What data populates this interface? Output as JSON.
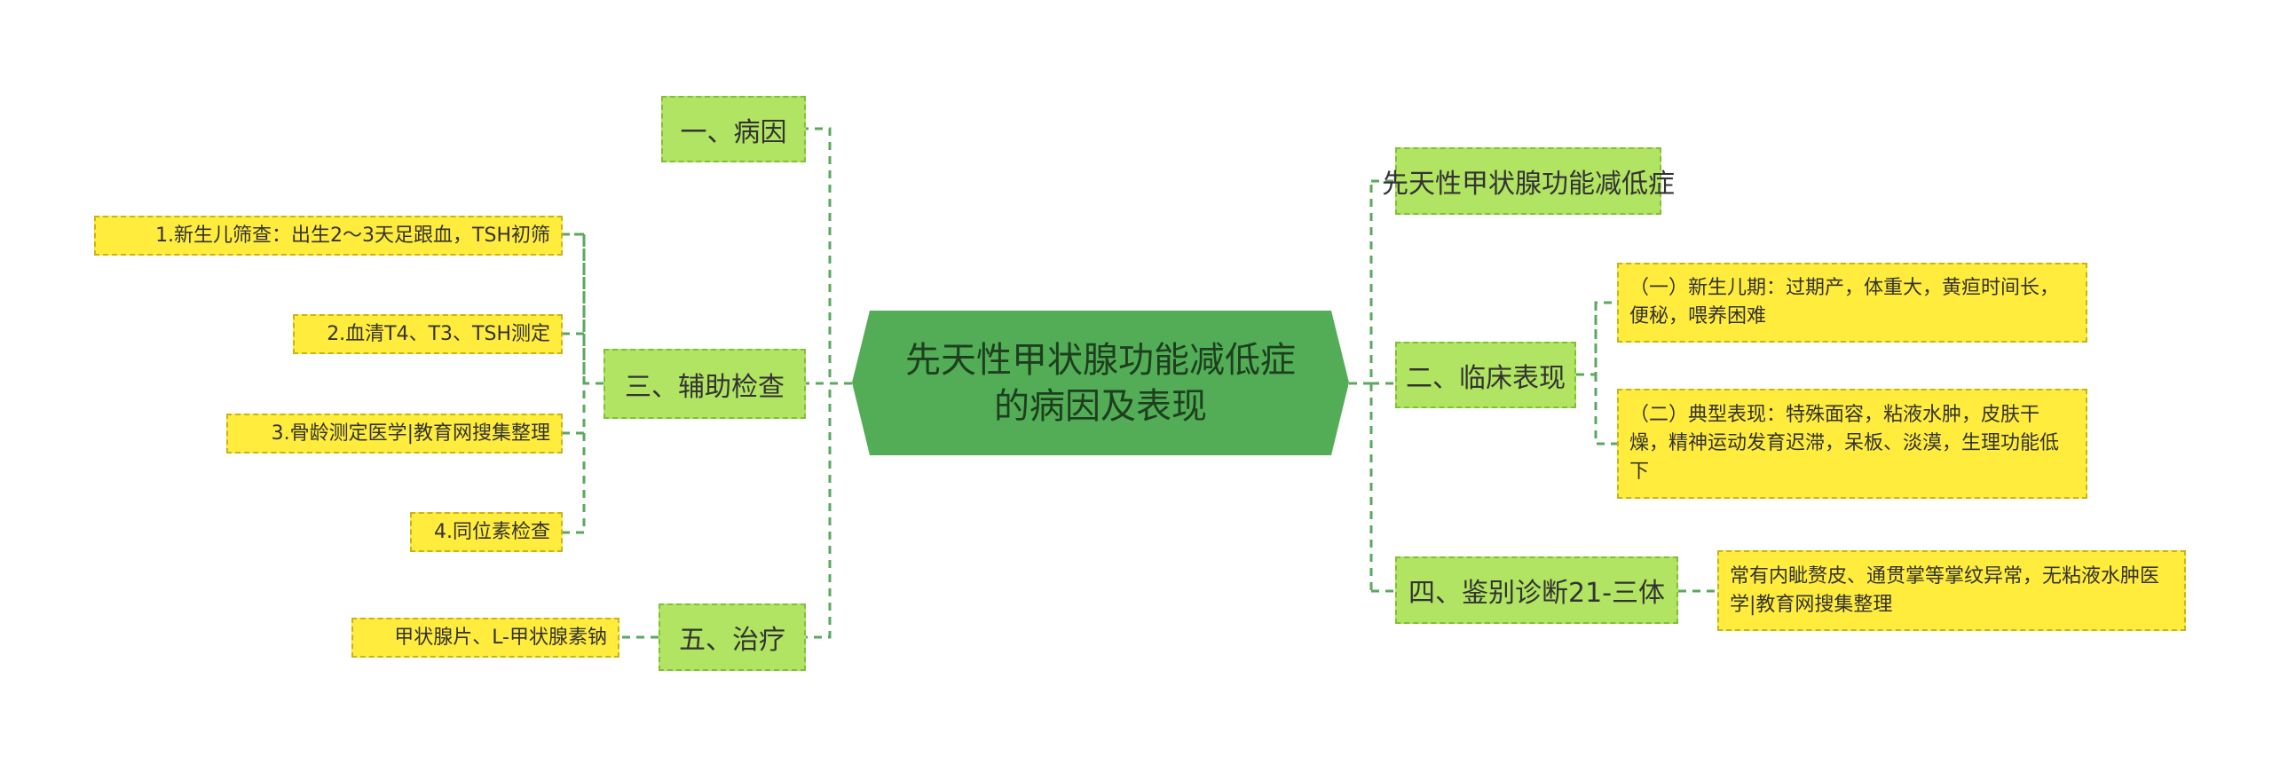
{
  "central": "先天性甲状腺功能减低症\n的病因及表现",
  "branches": {
    "cause": "一、病因",
    "aux_exam": "三、辅助检查",
    "treatment": "五、治疗",
    "name": "先天性甲状腺功能减低症",
    "clinical": "二、临床表现",
    "diagnosis": "四、鉴别诊断21-三体"
  },
  "leaves": {
    "aux_1": "1.新生儿筛查：出生2～3天足跟血，TSH初筛",
    "aux_2": "2.血清T4、T3、TSH测定",
    "aux_3": "3.骨龄测定医学|教育网搜集整理",
    "aux_4": "4.同位素检查",
    "treat_1": "甲状腺片、L-甲状腺素钠",
    "clin_1": "（一）新生儿期：过期产，体重大，黄疸时间长，便秘，喂养困难",
    "clin_2": "（二）典型表现：特殊面容，粘液水肿，皮肤干燥，精神运动发育迟滞，呆板、淡漠，生理功能低下",
    "diag_1": "常有内眦赘皮、通贯掌等掌纹异常，无粘液水肿医学|教育网搜集整理"
  },
  "colors": {
    "central_fill": "#52ad56",
    "branch_fill": "#b1e462",
    "leaf_fill": "#ffec3c",
    "connector": "#5aa85c"
  }
}
